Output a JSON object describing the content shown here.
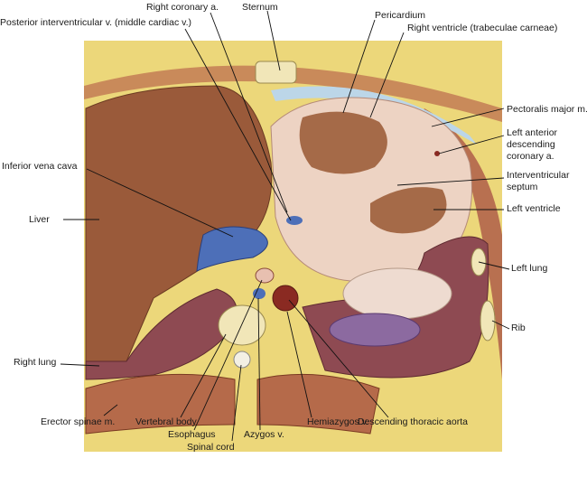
{
  "labels": {
    "right_coronary": "Right coronary a.",
    "sternum": "Sternum",
    "posterior_iv": "Posterior interventricular v. (middle cardiac v.)",
    "pericardium": "Pericardium",
    "right_ventricle": "Right ventricle (trabeculae carneae)",
    "pectoralis": "Pectoralis major m.",
    "lad_1": "Left anterior",
    "lad_2": "descending",
    "lad_3": "coronary a.",
    "septum_1": "Interventricular",
    "septum_2": "septum",
    "left_ventricle": "Left ventricle",
    "ivc": "Inferior vena cava",
    "liver": "Liver",
    "left_lung": "Left lung",
    "rib": "Rib",
    "right_lung": "Right lung",
    "erector": "Erector spinae m.",
    "vertebral_body": "Vertebral body",
    "esophagus": "Esophagus",
    "spinal_cord": "Spinal cord",
    "azygos": "Azygos v.",
    "hemiazygos": "Hemiazygos v.",
    "aorta": "Descending thoracic aorta"
  },
  "colors": {
    "fat": "#ecd77a",
    "liver": "#9a5a3a",
    "heart": "#edd3c3",
    "lung": "#8e4a52",
    "muscle": "#b56a4a",
    "vein": "#4d6fb8",
    "artery": "#8a2a22"
  }
}
